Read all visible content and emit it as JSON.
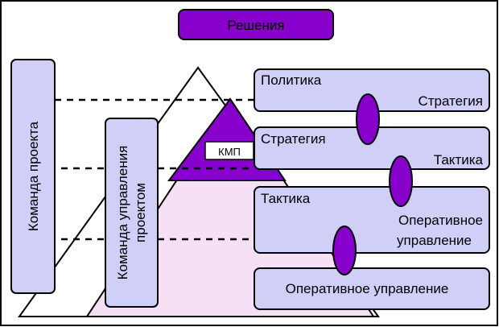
{
  "header": {
    "label": "Решения"
  },
  "left_bars": {
    "project_team": "Команда проекта",
    "management_team_line1": "Команда управления",
    "management_team_line2": "проектом"
  },
  "pyramid": {
    "apex_label": "КМП"
  },
  "levels": [
    {
      "top": "Политика",
      "bottom": "Стратегия"
    },
    {
      "top": "Стратегия",
      "bottom": "Тактика"
    },
    {
      "top": "Тактика",
      "bottom_line1": "Оперативное",
      "bottom_line2": "управление"
    },
    {
      "top": "Оперативное управление"
    }
  ],
  "colors": {
    "purple": "#8800cc",
    "lavender": "#cfcff8",
    "pink": "#f5e0f5",
    "outline": "#000000"
  }
}
